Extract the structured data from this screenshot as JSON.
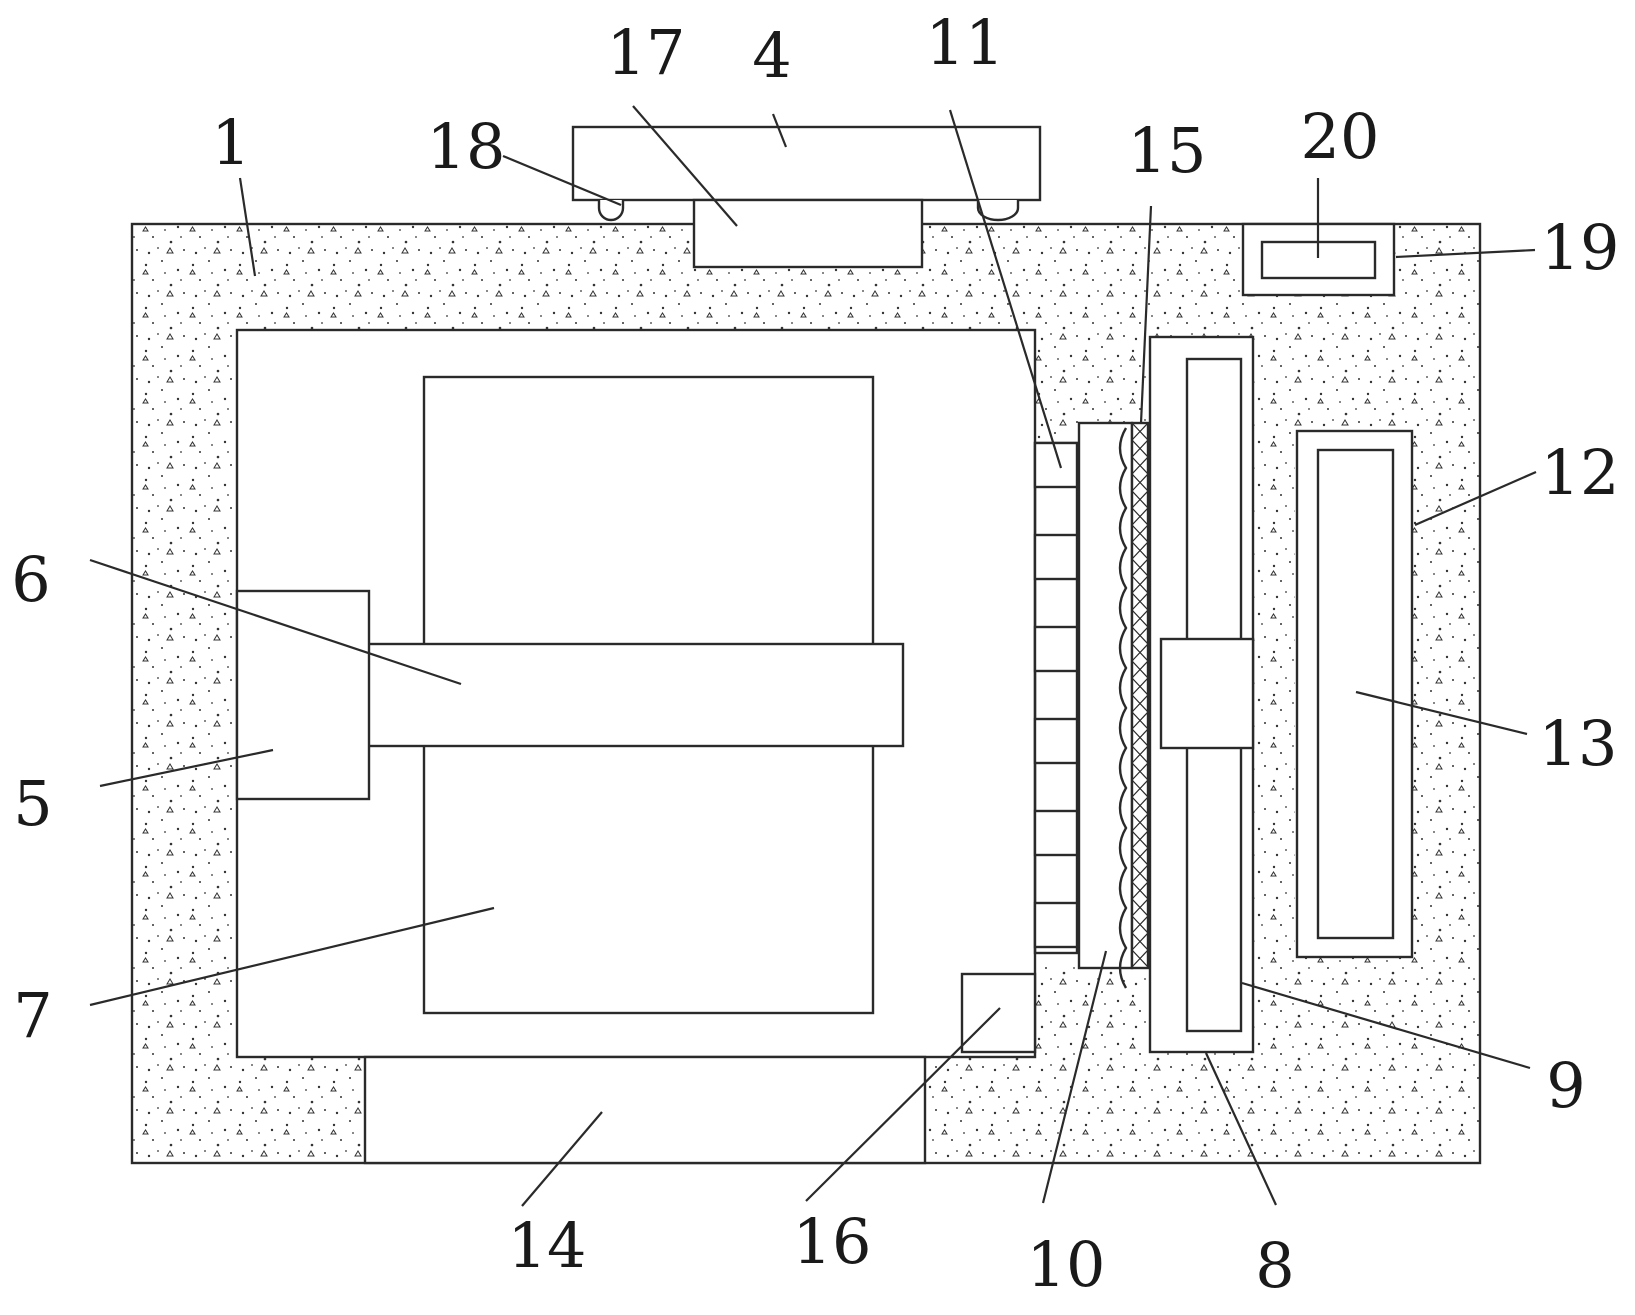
{
  "diagram": {
    "labels": [
      {
        "id": "1",
        "text": "1"
      },
      {
        "id": "4",
        "text": "4"
      },
      {
        "id": "5",
        "text": "5"
      },
      {
        "id": "6",
        "text": "6"
      },
      {
        "id": "7",
        "text": "7"
      },
      {
        "id": "8",
        "text": "8"
      },
      {
        "id": "9",
        "text": "9"
      },
      {
        "id": "10",
        "text": "10"
      },
      {
        "id": "11",
        "text": "11"
      },
      {
        "id": "12",
        "text": "12"
      },
      {
        "id": "13",
        "text": "13"
      },
      {
        "id": "14",
        "text": "14"
      },
      {
        "id": "15",
        "text": "15"
      },
      {
        "id": "16",
        "text": "16"
      },
      {
        "id": "17",
        "text": "17"
      },
      {
        "id": "18",
        "text": "18"
      },
      {
        "id": "19",
        "text": "19"
      },
      {
        "id": "20",
        "text": "20"
      }
    ],
    "colors": {
      "line": "#2a2a2a",
      "text": "#1a1a1a",
      "background": "#ffffff",
      "stipple": "#333333"
    }
  }
}
